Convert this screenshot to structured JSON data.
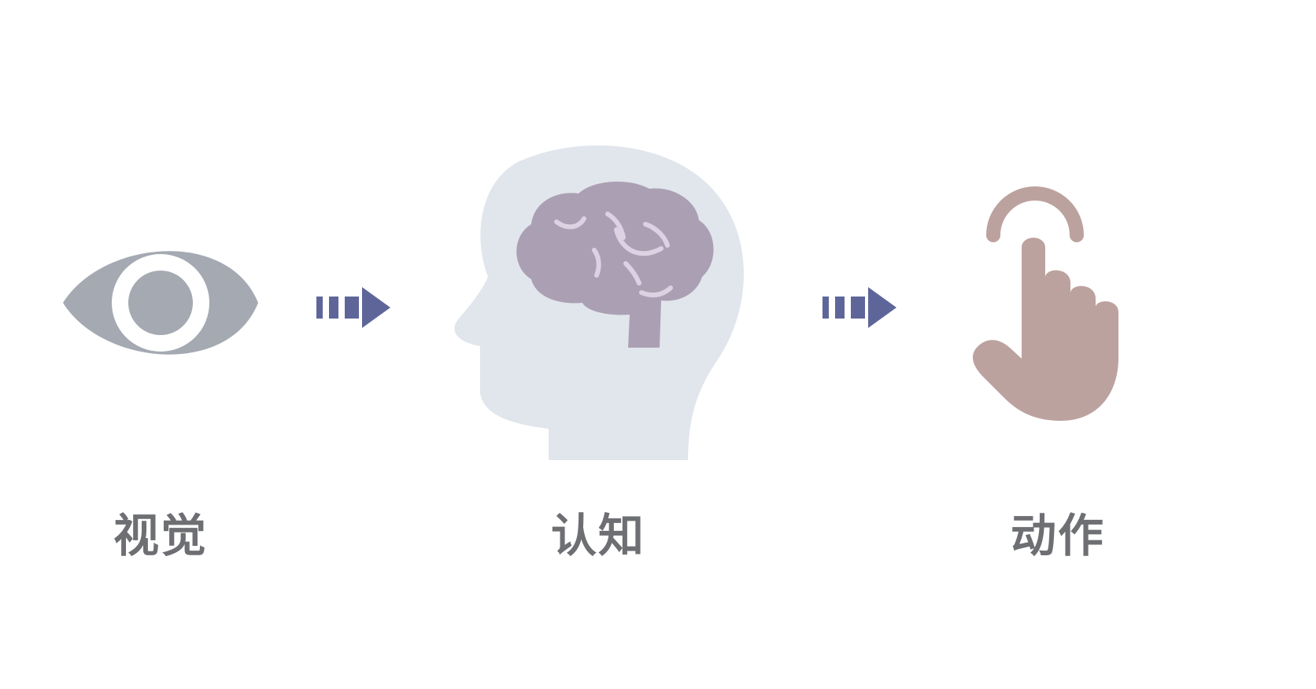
{
  "steps": [
    {
      "label": "视觉",
      "icon": "eye-icon"
    },
    {
      "label": "认知",
      "icon": "head-brain-icon"
    },
    {
      "label": "动作",
      "icon": "tap-hand-icon"
    }
  ],
  "connectors": [
    {
      "icon": "arrow-right-icon"
    },
    {
      "icon": "arrow-right-icon"
    }
  ],
  "colors": {
    "eye": "#a4a9b2",
    "head": "#e1e5ec",
    "brain": "#aba0b3",
    "brain_folds": "#dcd2e3",
    "hand": "#bca29f",
    "arrow": "#5e6699",
    "label": "#6d6f73"
  }
}
